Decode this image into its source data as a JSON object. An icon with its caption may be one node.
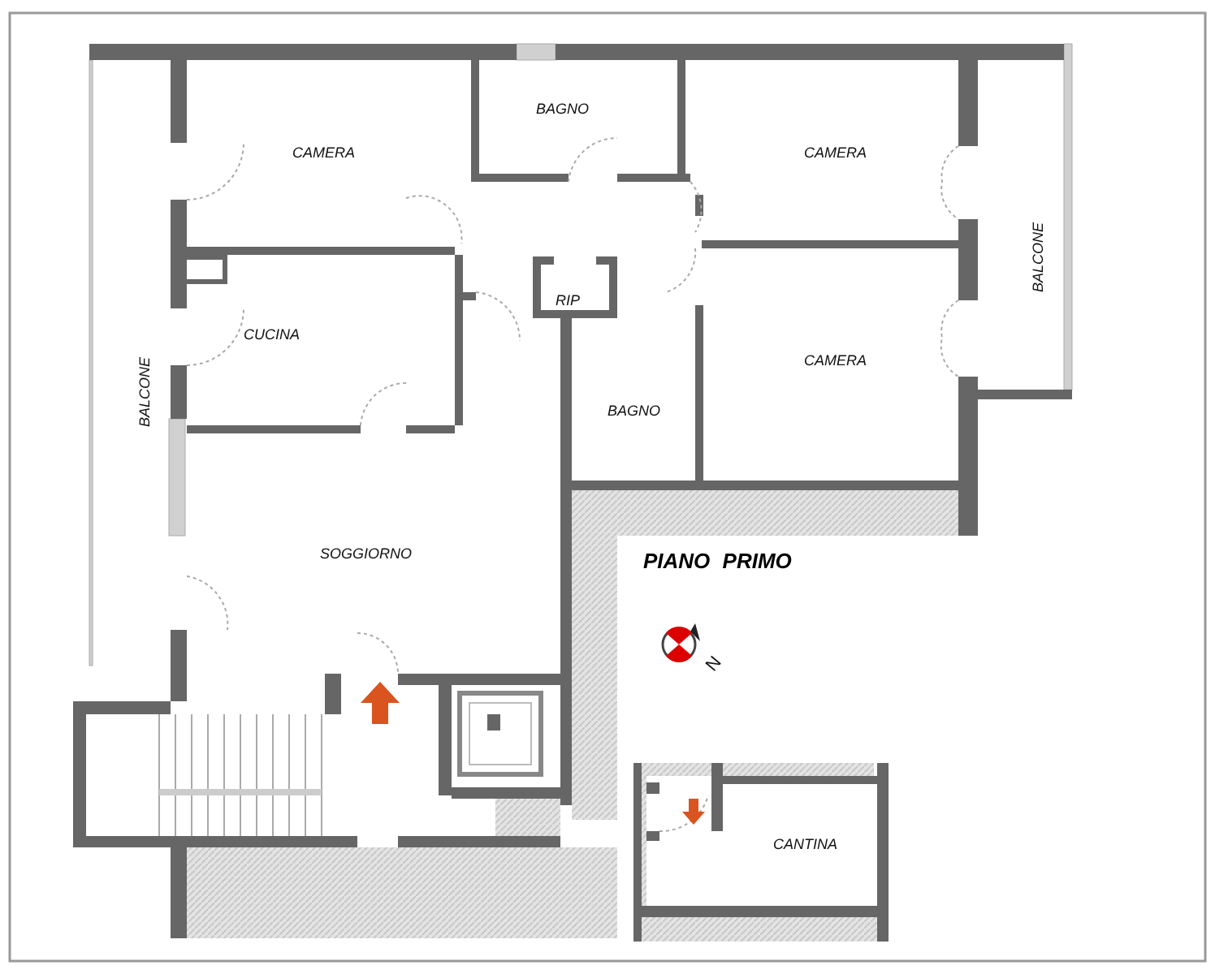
{
  "diagram": {
    "title": "PIANO PRIMO",
    "labels": [
      "BAGNO",
      "CAMERA",
      "CAMERA",
      "BALCONE",
      "RIP",
      "CUCINA",
      "CAMERA",
      "BALCONE",
      "BAGNO",
      "SOGGIORNO",
      "N",
      "CANTINA"
    ]
  }
}
